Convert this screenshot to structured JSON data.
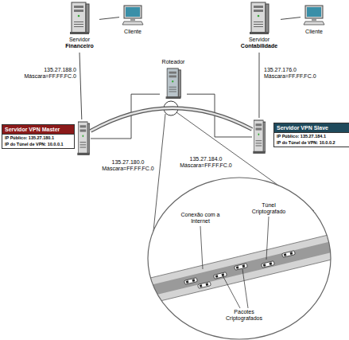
{
  "diagram": {
    "nodes": [
      {
        "text": [
          "Servidor",
          "Financeiro"
        ]
      },
      {
        "text": [
          "Cliente"
        ]
      },
      {
        "text": [
          "Servidor",
          "Contabilidade"
        ]
      },
      {
        "text": [
          "Cliente"
        ]
      },
      {
        "text": [
          "Roteador"
        ]
      },
      {
        "text": [
          "Servidor VPN Master",
          "IP Público: 135.27.180.1",
          "IP do Túnel de VPN: 10.0.0.1"
        ]
      },
      {
        "text": [
          "Servidor VPN Slave",
          "IP Público: 135.27.184.1",
          "IP do Túnel de VPN: 10.0.0.2"
        ]
      },
      {
        "text": [
          "Conexão com a Internet",
          "Túnel Criptografado",
          "Pacotes Criptografados"
        ]
      }
    ],
    "edges": [
      {
        "from": 1,
        "to": 0,
        "arrow": "none"
      },
      {
        "from": 0,
        "to": 5,
        "label": "135.27.188.0 Máscara=FF.FF.FC.0",
        "arrow": "none"
      },
      {
        "from": 2,
        "to": 3,
        "arrow": "none"
      },
      {
        "from": 2,
        "to": 6,
        "label": "135.27.176.0 Máscara=FF.FF.FC.0",
        "arrow": "none"
      },
      {
        "from": 4,
        "to": 5,
        "label": "135.27.180.0 Máscara=FF.FF.FC.0",
        "arrow": "none"
      },
      {
        "from": 4,
        "to": 6,
        "label": "135.27.184.0 Máscara=FF.FF.FC.0",
        "arrow": "none"
      },
      {
        "from": 5,
        "to": 6,
        "arrow": "none"
      }
    ]
  }
}
